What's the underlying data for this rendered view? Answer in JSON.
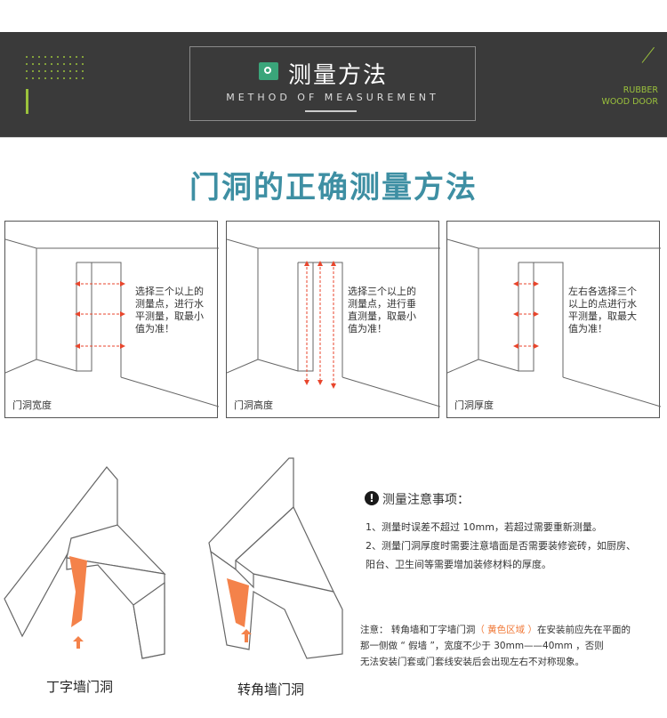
{
  "header": {
    "title": "测量方法",
    "subtitle": "METHOD OF MEASUREMENT",
    "brand_line1": "RUBBER",
    "brand_line2": "WOOD DOOR"
  },
  "main_heading": "门洞的正确测量方法",
  "panels": [
    {
      "note": "选择三个以上的\n测量点，进行水\n平测量，取最小\n值为准！",
      "label": "门洞宽度"
    },
    {
      "note": "选择三个以上的\n测量点，进行垂\n直测量，取最小\n值为准！",
      "label": "门洞高度"
    },
    {
      "note": "左右各选择三个\n以上的点进行水\n平测量，取最大\n值为准！",
      "label": "门洞厚度"
    }
  ],
  "notes": {
    "title": "测量注意事项：",
    "item1": "1、测量时误差不超过 10mm，若超过需要重新测量。",
    "item2_line1": "2、测量门洞厚度时需要注意墙面是否需要装修瓷砖，如厨房、",
    "item2_line2": "阳台、卫生间等需要增加装修材料的厚度。",
    "notice_line1_a": "注意：  转角墙和丁字墙门洞",
    "notice_line1_hl": "（ 黄色区域 ）",
    "notice_line1_b": "在安装前应先在平面的",
    "notice_line2": "那一侧做 “ 假墙 ”，宽度不少于 30mm——40mm ，否则",
    "notice_line3": "无法安装门套或门套线安装后会出现左右不对称现象。"
  },
  "captions": {
    "t_wall": "丁字墙门洞",
    "corner_wall": "转角墙门洞"
  },
  "colors": {
    "accent_green": "#9bc23c",
    "heading_teal": "#3e8fa3",
    "highlight_orange": "#f07a3a",
    "header_bg": "#3a3a3a"
  }
}
